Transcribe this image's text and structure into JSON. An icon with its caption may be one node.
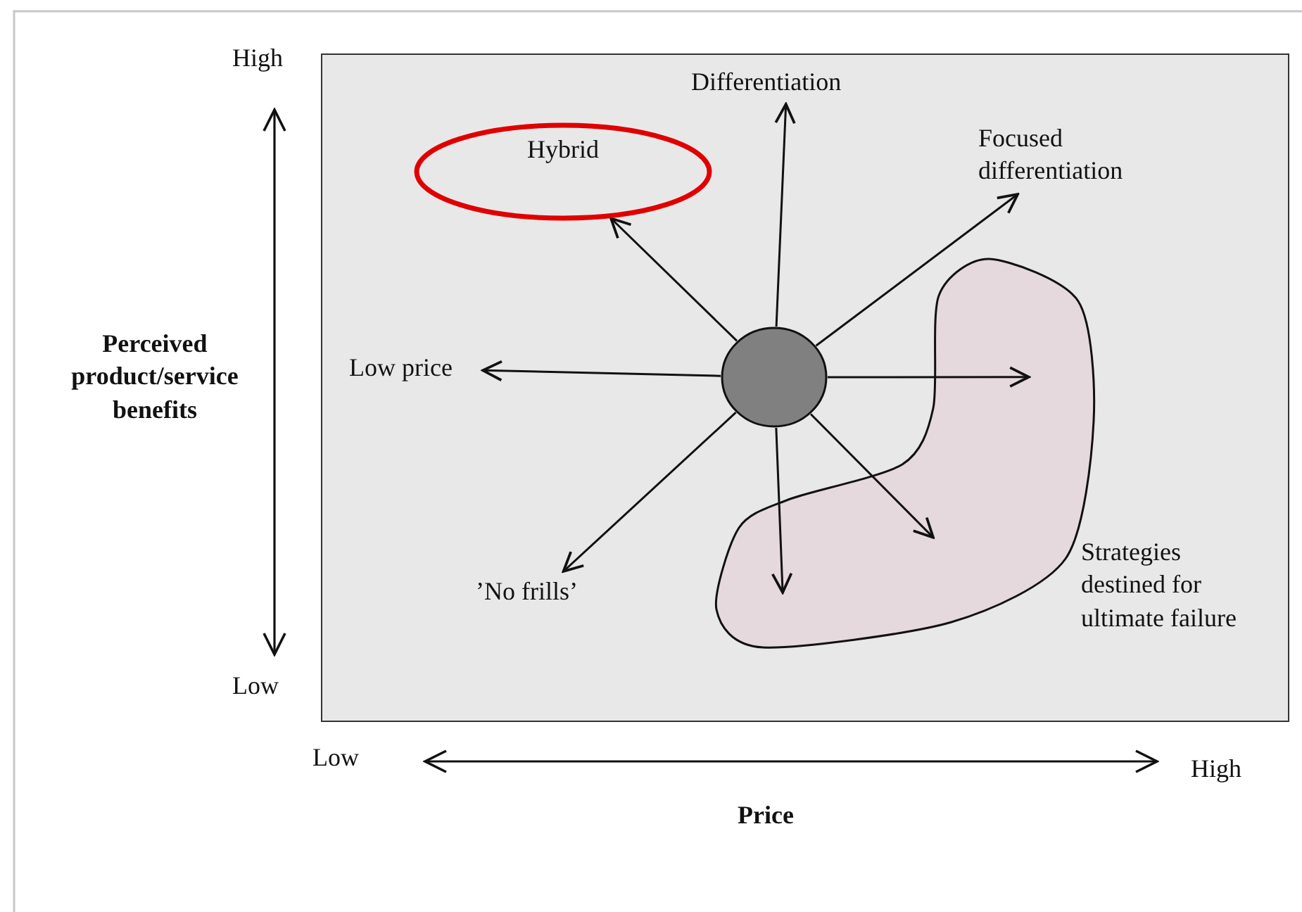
{
  "diagram": {
    "nodes": [
      {
        "text": [],
        "shape": "box"
      },
      {
        "text": [
          "Hybrid"
        ],
        "in": 0
      },
      {
        "text": [
          "Differentiation"
        ],
        "in": 0
      },
      {
        "text": [
          "Focused differentiation"
        ],
        "in": 0
      },
      {
        "text": [
          "Low price"
        ],
        "in": 0
      },
      {
        "text": [],
        "shape": "circle",
        "in": 0
      },
      {
        "text": [
          "’No frills’"
        ],
        "in": 0
      },
      {
        "text": [],
        "shape": "cloud",
        "in": 0,
        "beside": [
          "Strategies destined for ultimate failure"
        ]
      }
    ],
    "edges": [
      {
        "from": 5,
        "to": 1,
        "arrow": "to"
      },
      {
        "from": 5,
        "to": 2,
        "arrow": "to"
      },
      {
        "from": 5,
        "to": 3,
        "arrow": "to"
      },
      {
        "from": 5,
        "to": 4,
        "arrow": "to"
      },
      {
        "from": 5,
        "to": 7,
        "arrow": "to"
      },
      {
        "from": 5,
        "to": 6,
        "arrow": "to"
      },
      {
        "from": 5,
        "to": 7,
        "arrow": "to"
      },
      {
        "from": 5,
        "to": 7,
        "arrow": "to"
      }
    ],
    "labels": [
      "High",
      "Perceived product/service benefits",
      "Low",
      "Low",
      "High",
      "Price"
    ]
  }
}
